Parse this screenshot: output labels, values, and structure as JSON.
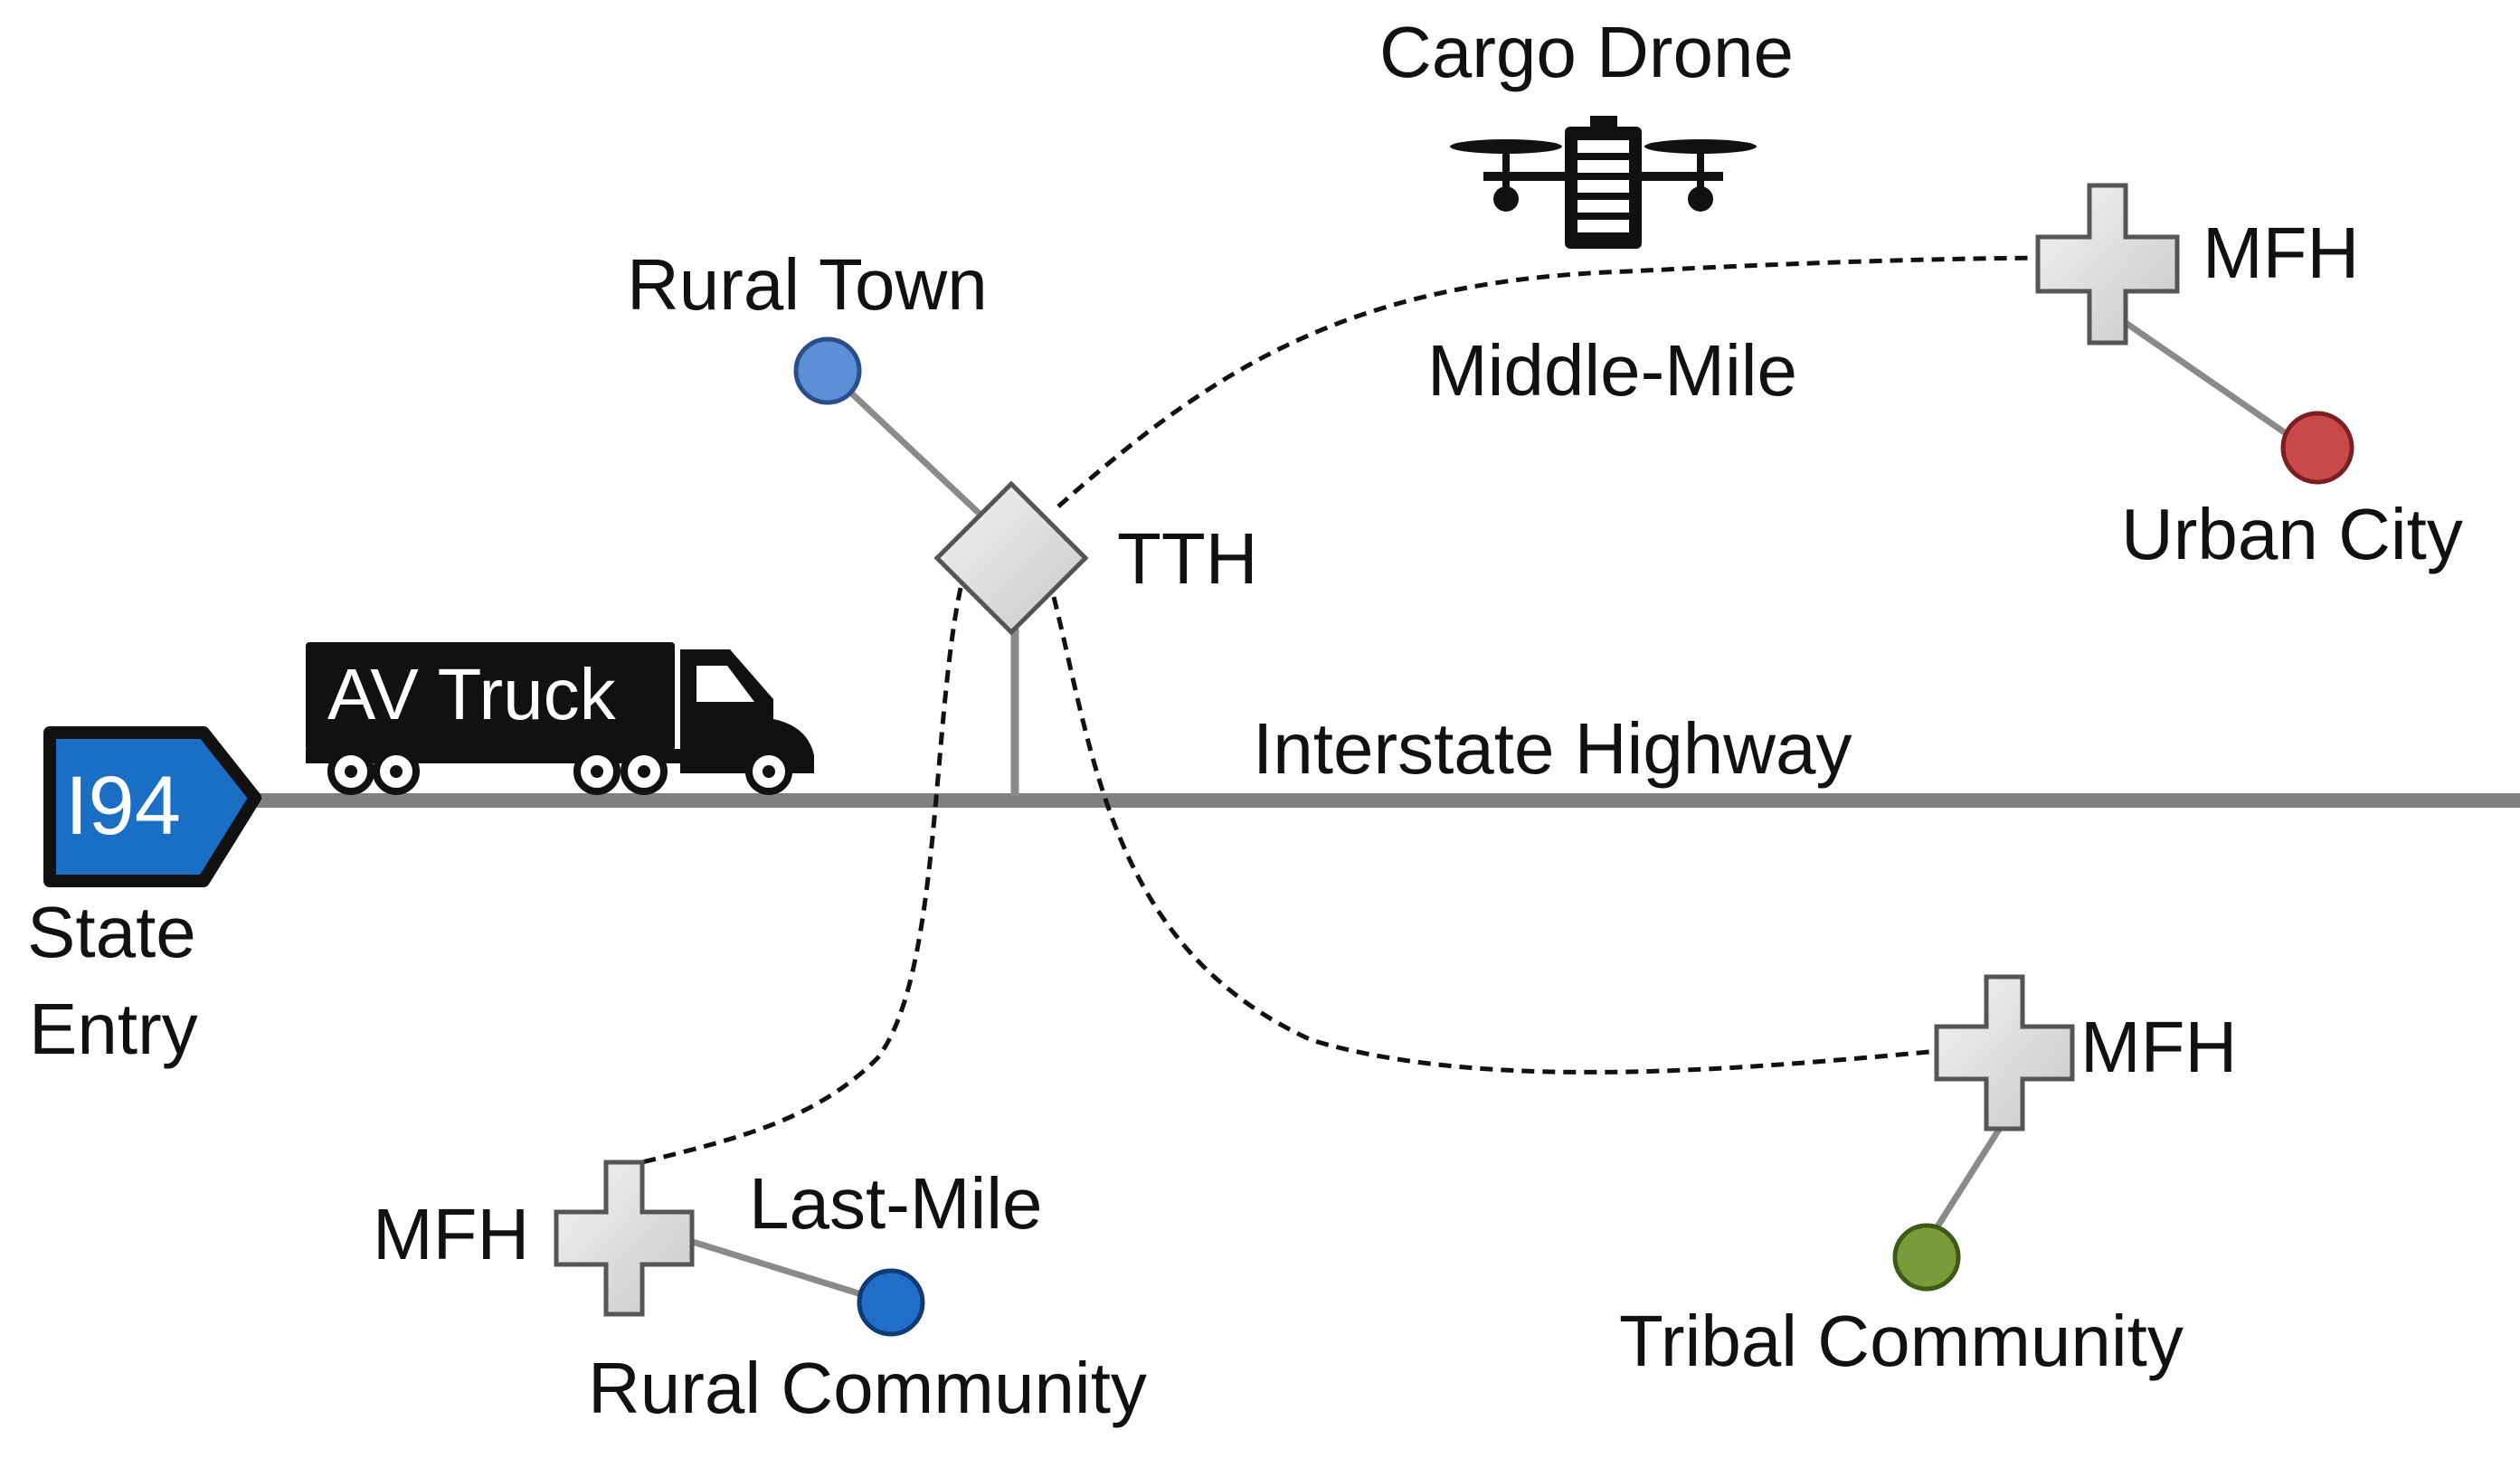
{
  "labels": {
    "cargo_drone": "Cargo Drone",
    "rural_town": "Rural Town",
    "middle_mile": "Middle-Mile",
    "mfh_top": "MFH",
    "urban_city": "Urban City",
    "tth": "TTH",
    "av_truck": "AV Truck",
    "interstate_highway": "Interstate Highway",
    "highway_sign": "I94",
    "state_entry_line1": "State",
    "state_entry_line2": "Entry",
    "mfh_right": "MFH",
    "mfh_left": "MFH",
    "last_mile": "Last-Mile",
    "rural_community": "Rural Community",
    "tribal_community": "Tribal Community"
  },
  "colors": {
    "rural_town_node": "#5b8fd6",
    "urban_city_node": "#c9484a",
    "rural_community_node": "#1f6fc9",
    "tribal_community_node": "#7c9a3a",
    "highway_sign": "#1a6fc4",
    "road": "#808080",
    "hub_fill": "#dcdcdc"
  },
  "icons": {
    "drone": "drone-icon",
    "truck": "truck-icon",
    "sign": "highway-sign-icon",
    "tth": "diamond-hub-icon",
    "mfh": "cross-hub-icon"
  }
}
